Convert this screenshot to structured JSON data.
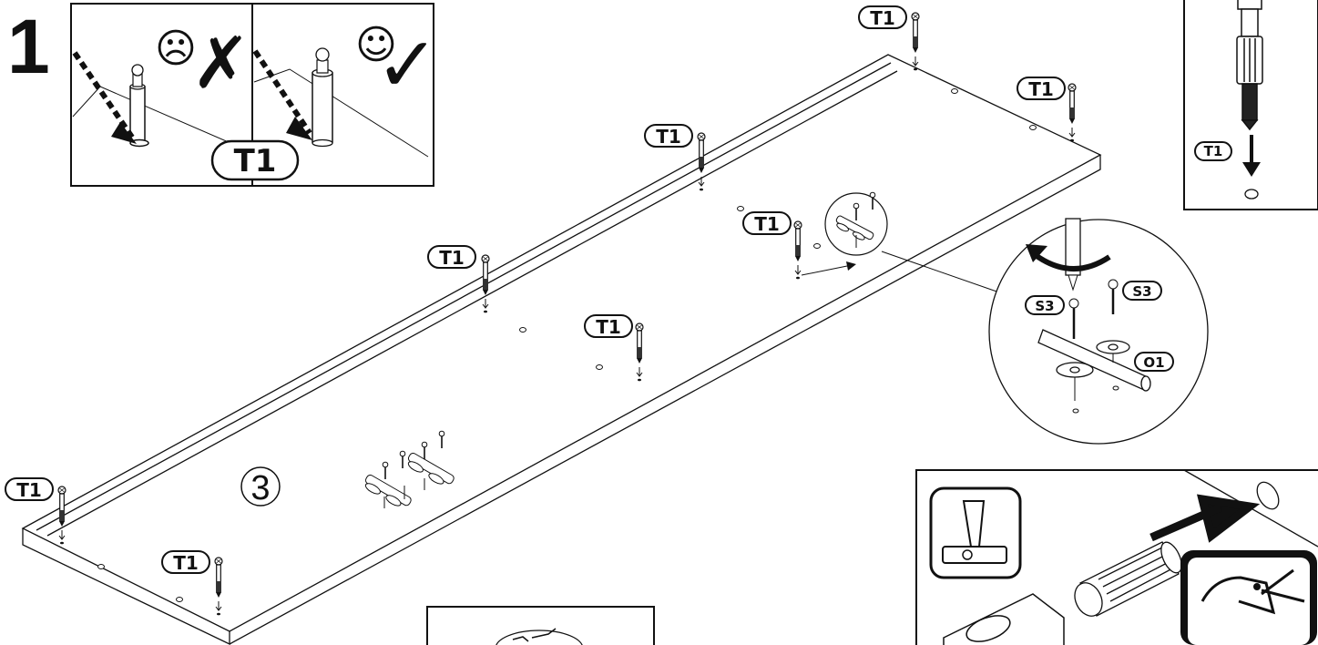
{
  "step": {
    "number": "1"
  },
  "inset_orientation": {
    "wrong_face": "☹",
    "wrong_mark": "✗",
    "right_face": "☺",
    "right_mark": "✓",
    "label": "T1"
  },
  "panel": {
    "number": "3"
  },
  "cam_labels": [
    "T1",
    "T1",
    "T1",
    "T1",
    "T1",
    "T1",
    "T1",
    "T1"
  ],
  "detail_circle": {
    "screw_left": "S3",
    "screw_right": "S3",
    "connector": "O1"
  },
  "inset_topright": {
    "label": "T1"
  },
  "colors": {
    "line": "#111111",
    "background": "#ffffff"
  }
}
